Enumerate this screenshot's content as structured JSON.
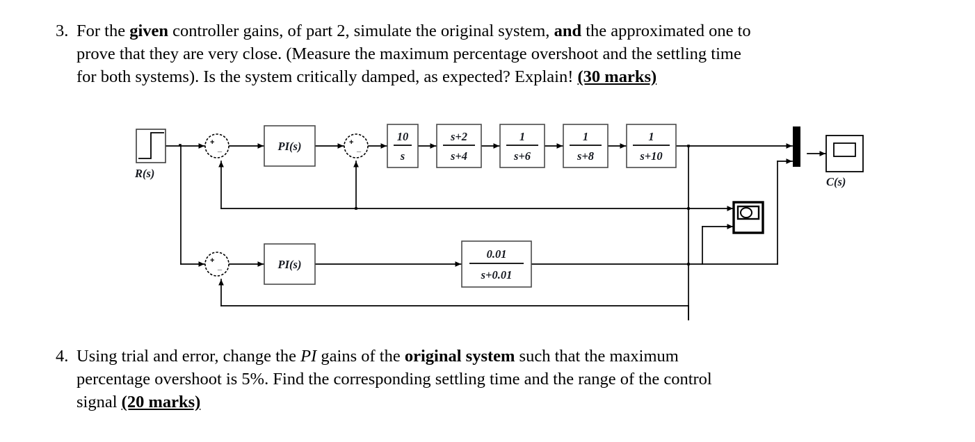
{
  "page": {
    "background": "#ffffff",
    "text_color": "#000000"
  },
  "questions": [
    {
      "number": "3.",
      "lines": [
        "For the given controller gains, of part 2, simulate the original system, and the approximated one to",
        "prove that they are very close. (Measure the maximum percentage overshoot and the settling time",
        "for both systems). Is the system critically damped, as expected? Explain! (30 marks)"
      ],
      "marks": "(30 marks)",
      "bold_terms": [
        "given",
        "and"
      ],
      "line1_a": "For the ",
      "line1_b": "given",
      "line1_c": " controller gains, of part 2, simulate the original system, ",
      "line1_d": "and",
      "line1_e": " the approximated one to",
      "line2": "prove that they are very close. (Measure the maximum percentage overshoot and the settling time",
      "line3_a": "for both systems). Is the system critically damped, as expected? Explain! ",
      "line3_marks": "(30 marks)"
    },
    {
      "number": "4.",
      "lines": [
        "Using trial and error, change the PI gains of the original system such that the maximum",
        "percentage overshoot is 5%. Find the corresponding settling time and the range of the control",
        "signal (20 marks)"
      ],
      "marks": "(20 marks)",
      "line1_a": "Using trial and error, change the ",
      "line1_pi": "PI",
      "line1_b": " gains of the ",
      "line1_c": "original system",
      "line1_d": " such that the maximum",
      "line2": "percentage overshoot is 5%. Find the corresponding settling time and the range of the control",
      "line3_a": "signal ",
      "line3_marks": "(20 marks)"
    }
  ],
  "diagram": {
    "title": "Simulink block diagram of original and approximated control systems",
    "input_label": "R(s)",
    "output_label": "C(s)",
    "blocks": {
      "step_source": "step-input",
      "controller_upper": "PI(s)",
      "controller_lower": "PI(s)",
      "plant_1_num": "10",
      "plant_1_den": "s",
      "plant_2_num": "s+2",
      "plant_2_den": "s+4",
      "plant_3_num": "1",
      "plant_3_den": "s+6",
      "plant_4_num": "1",
      "plant_4_den": "s+8",
      "plant_5_num": "1",
      "plant_5_den": "s+10",
      "approx_num": "0.01",
      "approx_den": "s+0.01"
    },
    "sum_signs": {
      "plus": "+",
      "minus": "_"
    },
    "line_color": "#000000",
    "block_fill": "#ffffff",
    "block_stroke": "#4a4a4a",
    "text_color": "#15181f"
  }
}
